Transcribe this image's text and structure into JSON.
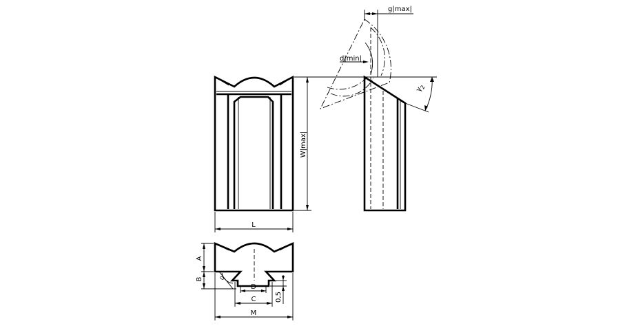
{
  "labels": {
    "W": "W|max|",
    "g": "g|max|",
    "d": "d|min|",
    "gamma": "γ",
    "gamma_sub": "2",
    "L": "L",
    "A": "A",
    "B": "B",
    "D": "D",
    "C": "C",
    "t": "0,5",
    "M": "M",
    "alpha": "0"
  },
  "colors": {
    "line": "#000000",
    "background": "#ffffff"
  }
}
